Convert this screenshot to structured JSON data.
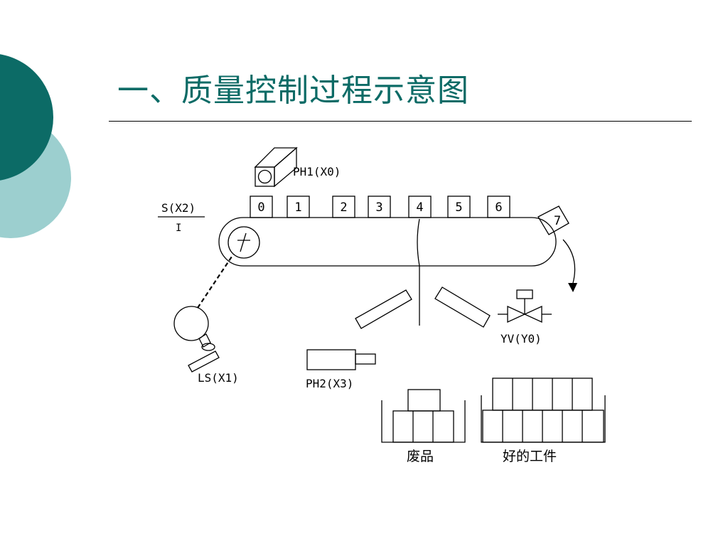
{
  "slide": {
    "title": "一、质量控制过程示意图",
    "colors": {
      "title": "#0c6b66",
      "circle_dark": "#0c6b66",
      "circle_light": "#9ccfcf"
    }
  },
  "diagram": {
    "labels": {
      "ph1": "PH1(X0)",
      "s": "S(X2)",
      "s_mark": "I",
      "ls": "LS(X1)",
      "ph2": "PH2(X3)",
      "yv": "YV(Y0)",
      "reject_bin": "废品",
      "good_bin": "好的工件"
    },
    "stations": [
      "0",
      "1",
      "2",
      "3",
      "4",
      "5",
      "6",
      "7"
    ]
  }
}
